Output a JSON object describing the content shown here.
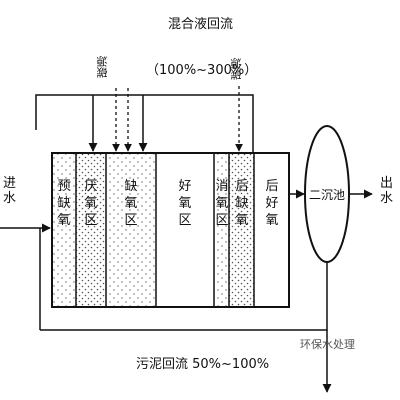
{
  "recycle": {
    "title": "混合液回流",
    "ratio": "（100%~300%）"
  },
  "carbon_source": [
    "碳源",
    "碳源"
  ],
  "inlet": "进水",
  "outlet": "出水",
  "clarifier": "二沉池",
  "zones": [
    "预缺氧",
    "厌氧区",
    "缺氧区",
    "好氧区",
    "消氧区",
    "后缺氧",
    "后好氧"
  ],
  "sludge_return": "污泥回流 50%~100%",
  "watermark": "环保水处理"
}
